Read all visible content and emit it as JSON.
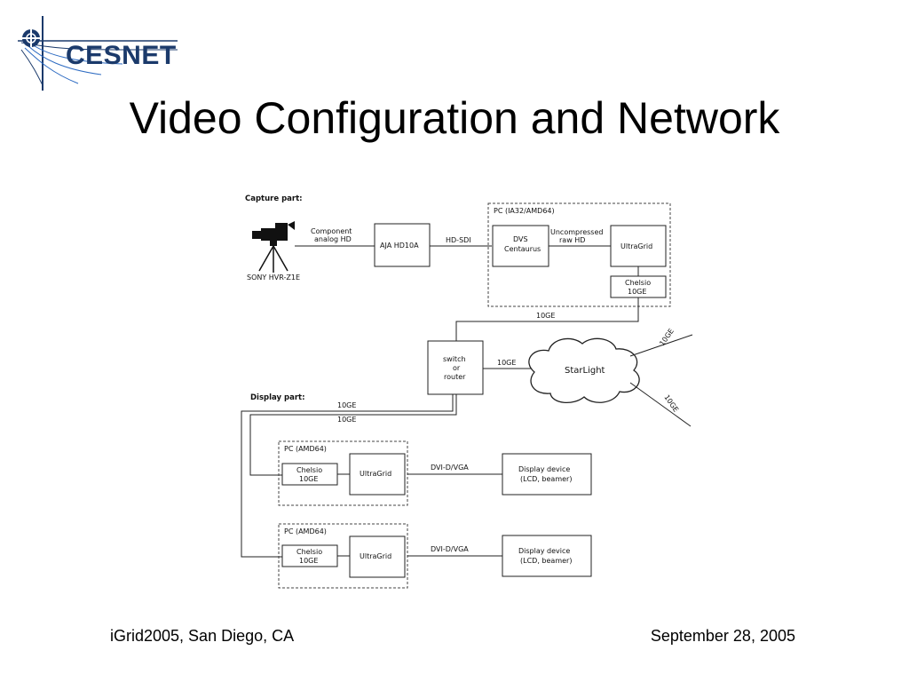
{
  "logo": {
    "text": "CESNET",
    "icon": "cesnet-logo-icon"
  },
  "title": "Video Configuration and Network",
  "diagram": {
    "capture_section": "Capture part:",
    "display_section": "Display part:",
    "camera": {
      "name": "SONY HVR-Z1E",
      "icon": "video-camera-icon"
    },
    "link_component": [
      "Component",
      "analog HD"
    ],
    "aja": "AJA HD10A",
    "link_hdsdi": "HD-SDI",
    "pc_capture": "PC (IA32/AMD64)",
    "dvs": [
      "DVS",
      "Centaurus"
    ],
    "link_uncompressed": [
      "Uncompressed",
      "raw HD"
    ],
    "ultragrid": "UltraGrid",
    "chelsio": [
      "Chelsio",
      "10GE"
    ],
    "link_10ge": "10GE",
    "switch": [
      "switch",
      "or",
      "router"
    ],
    "starlight": "StarLight",
    "pc_display": "PC (AMD64)",
    "link_dvi": "DVI-D/VGA",
    "display_device": [
      "Display device",
      "(LCD, beamer)"
    ]
  },
  "footer": {
    "left": "iGrid2005, San Diego, CA",
    "right": "September 28, 2005"
  }
}
